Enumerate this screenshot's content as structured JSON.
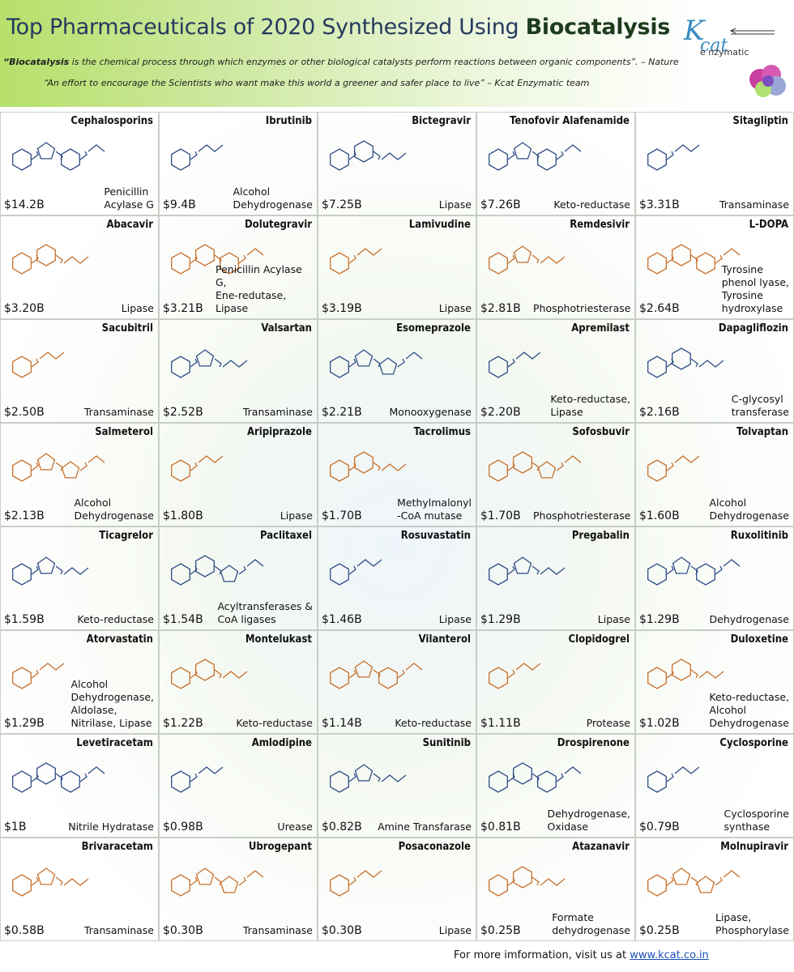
{
  "header": {
    "title_prefix": "Top Pharmaceuticals of 2020 Synthesized Using",
    "title_bold": "Biocatalysis",
    "quote1_bold": "“Biocatalysis",
    "quote1_rest": " is the chemical process through which enzymes or other biological catalysts perform reactions between organic components”.  – Nature",
    "quote2": "“An effort to encourage the Scientists who want make this world a greener and safer place to live” – Kcat Enzymatic team",
    "logo_k": "K",
    "logo_cat": "cat",
    "logo_enzymatic": "e  nzymatic"
  },
  "colors": {
    "blue_structure": "#2f4d86",
    "orange_structure": "#c8702c",
    "header_green": "#b6e06a"
  },
  "drugs": [
    {
      "name": "Cephalosporins",
      "value": "$14.2B",
      "enzyme": "Penicillin\nAcylase G",
      "color": "blue"
    },
    {
      "name": "Ibrutinib",
      "value": "$9.4B",
      "enzyme": "Alcohol\nDehydrogenase",
      "color": "blue"
    },
    {
      "name": "Bictegravir",
      "value": "$7.25B",
      "enzyme": "Lipase",
      "color": "blue"
    },
    {
      "name": "Tenofovir Alafenamide",
      "value": "$7.26B",
      "enzyme": "Keto-reductase",
      "color": "blue"
    },
    {
      "name": "Sitagliptin",
      "value": "$3.31B",
      "enzyme": "Transaminase",
      "color": "blue"
    },
    {
      "name": "Abacavir",
      "value": "$3.20B",
      "enzyme": "Lipase",
      "color": "orange"
    },
    {
      "name": "Dolutegravir",
      "value": "$3.21B",
      "enzyme": "Penicillin Acylase G,\nEne-redutase, Lipase",
      "color": "orange"
    },
    {
      "name": "Lamivudine",
      "value": "$3.19B",
      "enzyme": "Lipase",
      "color": "orange"
    },
    {
      "name": "Remdesivir",
      "value": "$2.81B",
      "enzyme": "Phosphotriesterase",
      "color": "orange"
    },
    {
      "name": "L-DOPA",
      "value": "$2.64B",
      "enzyme": "Tyrosine\nphenol lyase,\nTyrosine\nhydroxylase",
      "color": "orange"
    },
    {
      "name": "Sacubitril",
      "value": "$2.50B",
      "enzyme": "Transaminase",
      "color": "orange"
    },
    {
      "name": "Valsartan",
      "value": "$2.52B",
      "enzyme": "Transaminase",
      "color": "blue"
    },
    {
      "name": "Esomeprazole",
      "value": "$2.21B",
      "enzyme": "Monooxygenase",
      "color": "blue"
    },
    {
      "name": "Apremilast",
      "value": "$2.20B",
      "enzyme": "Keto-reductase,\nLipase",
      "color": "blue"
    },
    {
      "name": "Dapagliflozin",
      "value": "$2.16B",
      "enzyme": "C-glycosyl\ntransferase",
      "color": "blue"
    },
    {
      "name": "Salmeterol",
      "value": "$2.13B",
      "enzyme": "Alcohol\nDehydrogenase",
      "color": "orange"
    },
    {
      "name": "Aripiprazole",
      "value": "$1.80B",
      "enzyme": "Lipase",
      "color": "orange"
    },
    {
      "name": "Tacrolimus",
      "value": "$1.70B",
      "enzyme": "Methylmalonyl\n-CoA mutase",
      "color": "orange"
    },
    {
      "name": "Sofosbuvir",
      "value": "$1.70B",
      "enzyme": "Phosphotriesterase",
      "color": "orange"
    },
    {
      "name": "Tolvaptan",
      "value": "$1.60B",
      "enzyme": "Alcohol\nDehydrogenase",
      "color": "orange"
    },
    {
      "name": "Ticagrelor",
      "value": "$1.59B",
      "enzyme": "Keto-reductase",
      "color": "blue"
    },
    {
      "name": "Paclitaxel",
      "value": "$1.54B",
      "enzyme": "Acyltransferases &\nCoA ligases",
      "color": "blue"
    },
    {
      "name": "Rosuvastatin",
      "value": "$1.46B",
      "enzyme": "Lipase",
      "color": "blue"
    },
    {
      "name": "Pregabalin",
      "value": "$1.29B",
      "enzyme": "Lipase",
      "color": "blue"
    },
    {
      "name": "Ruxolitinib",
      "value": "$1.29B",
      "enzyme": "Dehydrogenase",
      "color": "blue"
    },
    {
      "name": "Atorvastatin",
      "value": "$1.29B",
      "enzyme": "Alcohol\nDehydrogenase,\nAldolase,\nNitrilase, Lipase",
      "color": "orange"
    },
    {
      "name": "Montelukast",
      "value": "$1.22B",
      "enzyme": "Keto-reductase",
      "color": "orange"
    },
    {
      "name": "Vilanterol",
      "value": "$1.14B",
      "enzyme": "Keto-reductase",
      "color": "orange"
    },
    {
      "name": "Clopidogrel",
      "value": "$1.11B",
      "enzyme": "Protease",
      "color": "orange"
    },
    {
      "name": "Duloxetine",
      "value": "$1.02B",
      "enzyme": "Keto-reductase,\nAlcohol\nDehydrogenase",
      "color": "orange"
    },
    {
      "name": "Levetiracetam",
      "value": "$1B",
      "enzyme": "Nitrile Hydratase",
      "color": "blue"
    },
    {
      "name": "Amlodipine",
      "value": "$0.98B",
      "enzyme": "Urease",
      "color": "blue"
    },
    {
      "name": "Sunitinib",
      "value": "$0.82B",
      "enzyme": "Amine Transfarase",
      "color": "blue"
    },
    {
      "name": "Drospirenone",
      "value": "$0.81B",
      "enzyme": "Dehydrogenase,\nOxidase",
      "color": "blue"
    },
    {
      "name": "Cyclosporine",
      "value": "$0.79B",
      "enzyme": "Cyclosporine\nsynthase",
      "color": "blue"
    },
    {
      "name": "Brivaracetam",
      "value": "$0.58B",
      "enzyme": "Transaminase",
      "color": "orange"
    },
    {
      "name": "Ubrogepant",
      "value": "$0.30B",
      "enzyme": "Transaminase",
      "color": "orange"
    },
    {
      "name": "Posaconazole",
      "value": "$0.30B",
      "enzyme": "Lipase",
      "color": "orange"
    },
    {
      "name": "Atazanavir",
      "value": "$0.25B",
      "enzyme": "Formate\ndehydrogenase",
      "color": "orange"
    },
    {
      "name": "Molnupiravir",
      "value": "$0.25B",
      "enzyme": "Lipase,\nPhosphorylase",
      "color": "orange"
    }
  ],
  "footer": {
    "text": "For more imformation, visit us at ",
    "link": "www.kcat.co.in"
  }
}
